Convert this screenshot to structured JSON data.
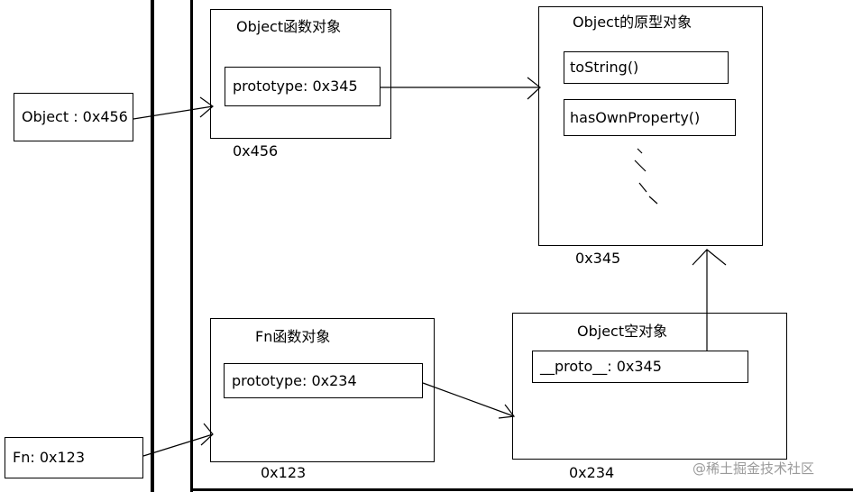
{
  "stack": {
    "object_var": "Object : 0x456",
    "fn_var": "Fn: 0x123"
  },
  "object_function": {
    "title": "Object函数对象",
    "prototype": "prototype: 0x345",
    "address": "0x456"
  },
  "object_prototype": {
    "title": "Object的原型对象",
    "method1": "toString()",
    "method2": "hasOwnProperty()",
    "address": "0x345"
  },
  "fn_function": {
    "title": "Fn函数对象",
    "prototype": "prototype: 0x234",
    "address": "0x123"
  },
  "empty_object": {
    "title": "Object空对象",
    "proto": "__proto__: 0x345",
    "address": "0x234"
  },
  "watermark": "@稀土掘金技术社区"
}
